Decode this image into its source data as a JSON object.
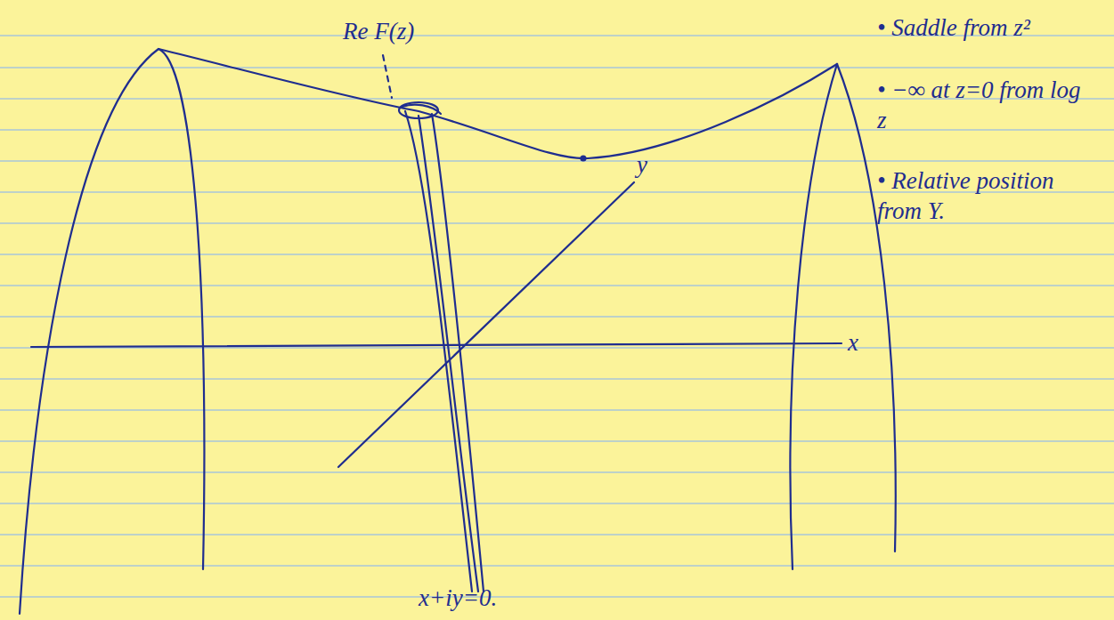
{
  "diagram": {
    "labels": [
      "Re F(z)",
      "y",
      "x",
      "x+iy=0.",
      "• Saddle from z²",
      "• −∞ at z=0 from log z",
      "• Relative position from Y."
    ]
  }
}
